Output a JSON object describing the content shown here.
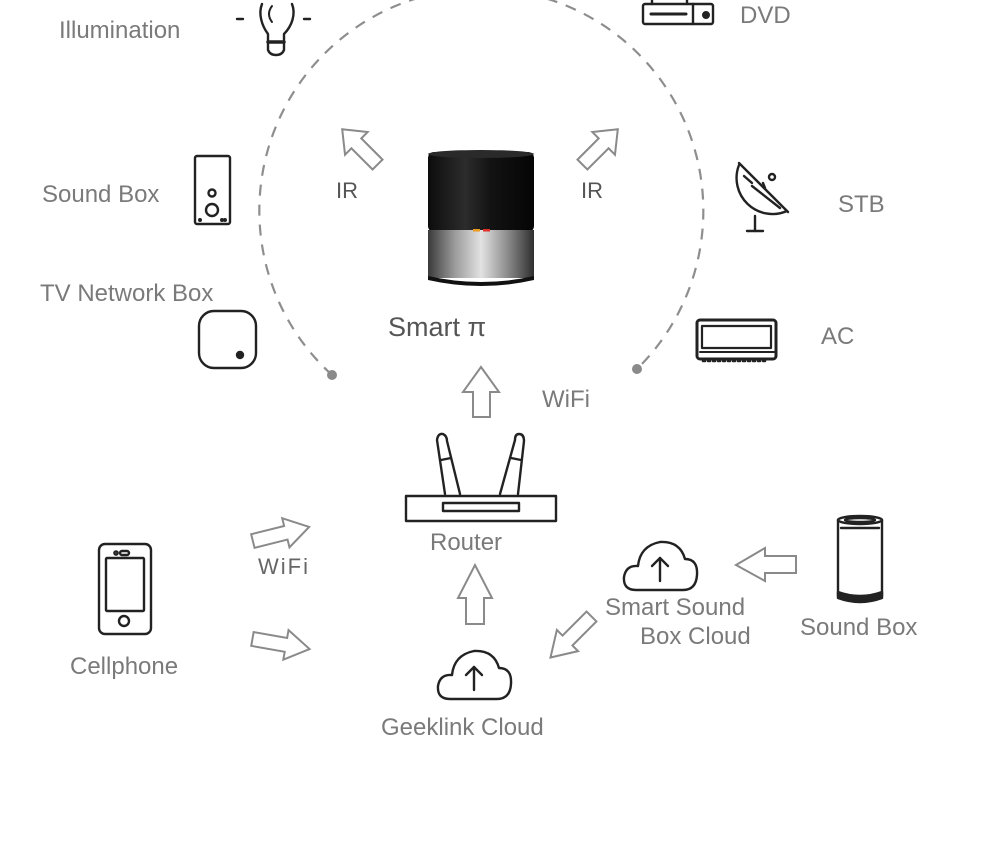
{
  "diagram": {
    "title": "Smart π network topology",
    "hub": {
      "label": "Smart π",
      "icon": "smart-pi-hub-icon"
    },
    "ir_labels": [
      "IR",
      "IR"
    ],
    "ir_devices": [
      {
        "label": "Illumination",
        "icon": "light-bulb-icon"
      },
      {
        "label": "DVD",
        "icon": "dvd-player-icon"
      },
      {
        "label": "Sound Box",
        "icon": "speaker-icon"
      },
      {
        "label": "STB",
        "icon": "satellite-dish-icon"
      },
      {
        "label": "TV Network Box",
        "icon": "tv-box-icon"
      },
      {
        "label": "AC",
        "icon": "air-conditioner-icon"
      }
    ],
    "wifi_label_top": "WiFi",
    "router": {
      "label": "Router",
      "icon": "router-icon"
    },
    "cellphone": {
      "label": "Cellphone",
      "icon": "cellphone-icon"
    },
    "wifi_label_phone": "WiFi",
    "geeklink_cloud": {
      "label": "Geeklink Cloud",
      "icon": "cloud-upload-icon"
    },
    "smart_sound_box_cloud": {
      "label_line1": "Smart Sound",
      "label_line2": "Box Cloud",
      "icon": "cloud-upload-icon"
    },
    "smart_sound_box": {
      "label": "Sound Box",
      "icon": "smart-speaker-icon"
    }
  }
}
